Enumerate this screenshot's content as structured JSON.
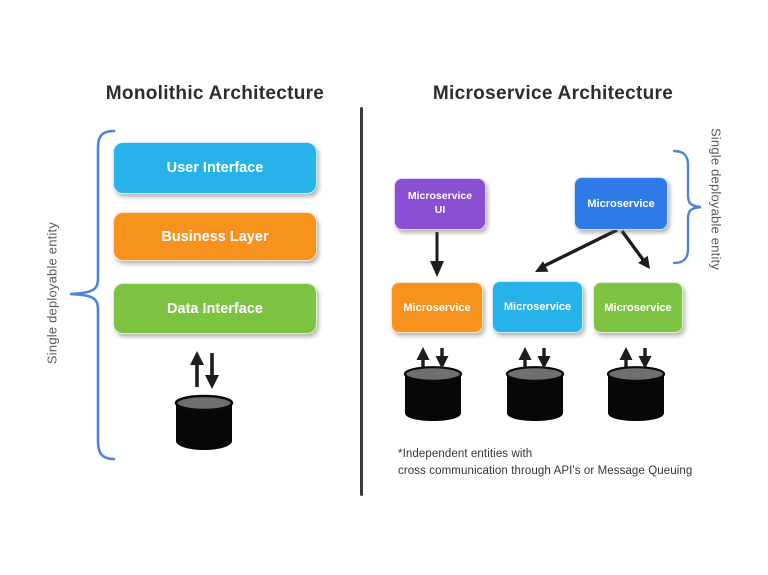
{
  "diagram": {
    "left": {
      "title": "Monolithic Architecture",
      "side_label": "Single deployable entity",
      "layers": [
        {
          "label": "User Interface",
          "color_key": "cyan"
        },
        {
          "label": "Business Layer",
          "color_key": "orange"
        },
        {
          "label": "Data Interface",
          "color_key": "green"
        }
      ]
    },
    "right": {
      "title": "Microservice Architecture",
      "side_label": "Single deployable entity",
      "ui_service": {
        "line1": "Microservice",
        "line2": "UI",
        "color_key": "purple"
      },
      "gateway_service": {
        "label": "Microservice",
        "color_key": "blue"
      },
      "services": [
        {
          "label": "Microservice",
          "color_key": "orange"
        },
        {
          "label": "Microservice",
          "color_key": "cyan"
        },
        {
          "label": "Microservice",
          "color_key": "green"
        }
      ],
      "footnote": {
        "line1": "*Independent entities with",
        "line2": "cross communication through API's or Message Queuing"
      }
    },
    "colors": {
      "cyan": "#27B2EA",
      "orange": "#F7921E",
      "green": "#7EC242",
      "purple": "#8A4FD3",
      "blue": "#2E7BE8",
      "brace": "#4E82DE",
      "divider": "#3B3B3B",
      "arrow": "#1D1D1D",
      "title_text": "#2D2D2D",
      "side_text": "#5A5A5A"
    }
  }
}
